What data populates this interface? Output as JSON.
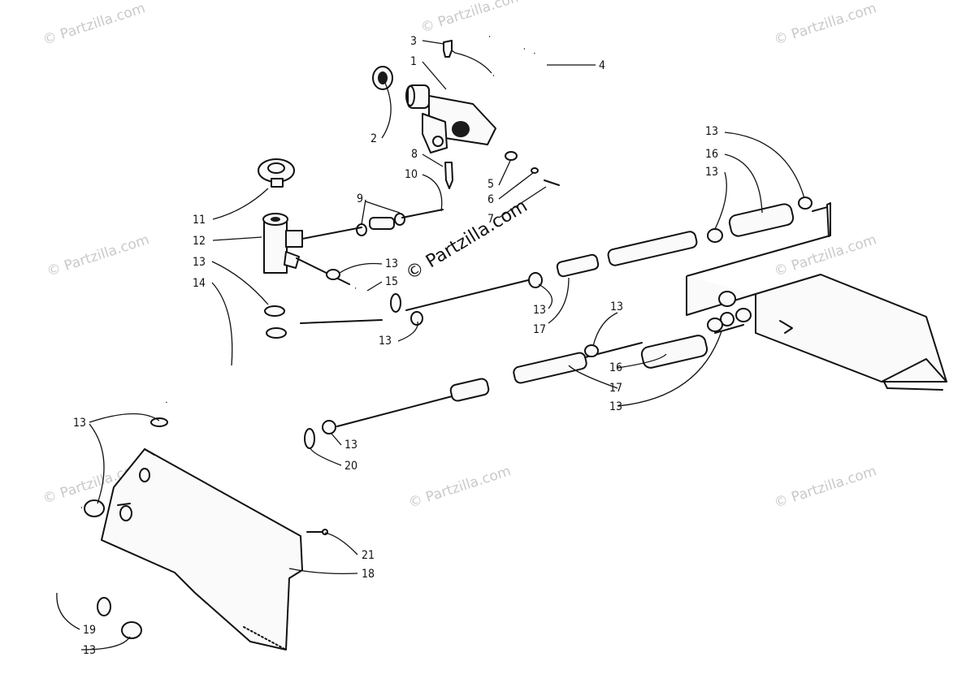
{
  "watermark": "© Partzilla.com",
  "center_watermark": "© Partzilla.com",
  "callouts": [
    "1",
    "2",
    "3",
    "4",
    "5",
    "6",
    "7",
    "8",
    "9",
    "10",
    "11",
    "12",
    "13",
    "14",
    "15",
    "16",
    "17",
    "18",
    "19",
    "20",
    "21"
  ]
}
